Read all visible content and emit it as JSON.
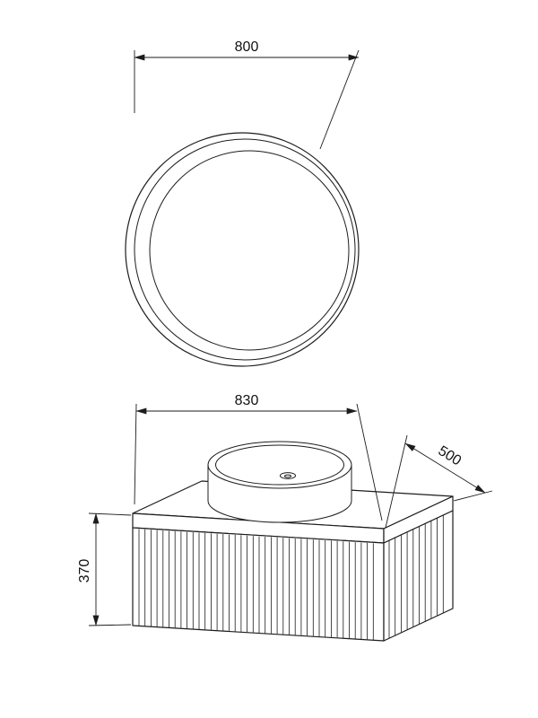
{
  "drawing": {
    "background": "#ffffff",
    "line_color": "#1c1c1c",
    "dimensions": {
      "mirror_diameter": "800",
      "cabinet_width": "830",
      "cabinet_depth": "500",
      "cabinet_height": "370"
    }
  }
}
